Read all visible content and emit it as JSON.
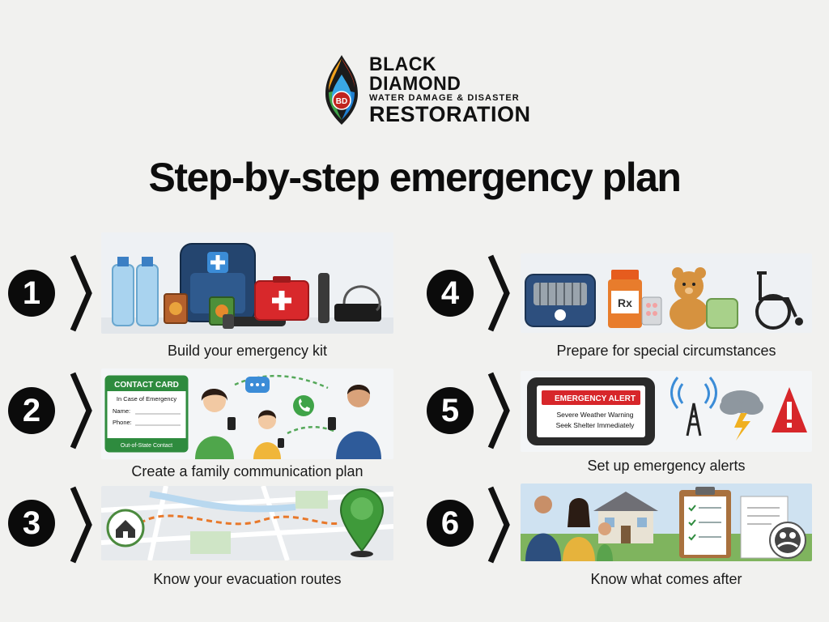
{
  "brand": {
    "monogram": "BD",
    "line1": "BLACK DIAMOND",
    "line2": "WATER DAMAGE & DISASTER",
    "line3": "RESTORATION"
  },
  "headline": "Step-by-step emergency plan",
  "steps": [
    {
      "number": "1",
      "caption": "Build your emergency kit",
      "icon": "emergency-kit-illustration"
    },
    {
      "number": "2",
      "caption": "Create a family communication plan",
      "icon": "family-communication-illustration"
    },
    {
      "number": "3",
      "caption": "Know your evacuation routes",
      "icon": "evacuation-map-illustration"
    },
    {
      "number": "4",
      "caption": "Prepare for special circumstances",
      "icon": "special-needs-illustration"
    },
    {
      "number": "5",
      "caption": "Set up emergency alerts",
      "icon": "emergency-alert-illustration"
    },
    {
      "number": "6",
      "caption": "Know what comes after",
      "icon": "recovery-illustration"
    }
  ],
  "contact_card": {
    "title": "CONTACT CARD",
    "subtitle": "In Case of Emergency",
    "name_label": "Name:",
    "phone_label": "Phone:",
    "footer": "Out-of-State Contact"
  },
  "alert": {
    "title": "EMERGENCY ALERT",
    "line1": "Severe Weather Warning",
    "line2": "Seek Shelter Immediately"
  },
  "rx_label": "Rx",
  "colors": {
    "background": "#f1f1ef",
    "number_badge": "#0b0b0b",
    "alert_red": "#d7262a",
    "card_green": "#2e8b3e",
    "route_orange": "#e8782a",
    "pin_green": "#3f9a3a"
  }
}
